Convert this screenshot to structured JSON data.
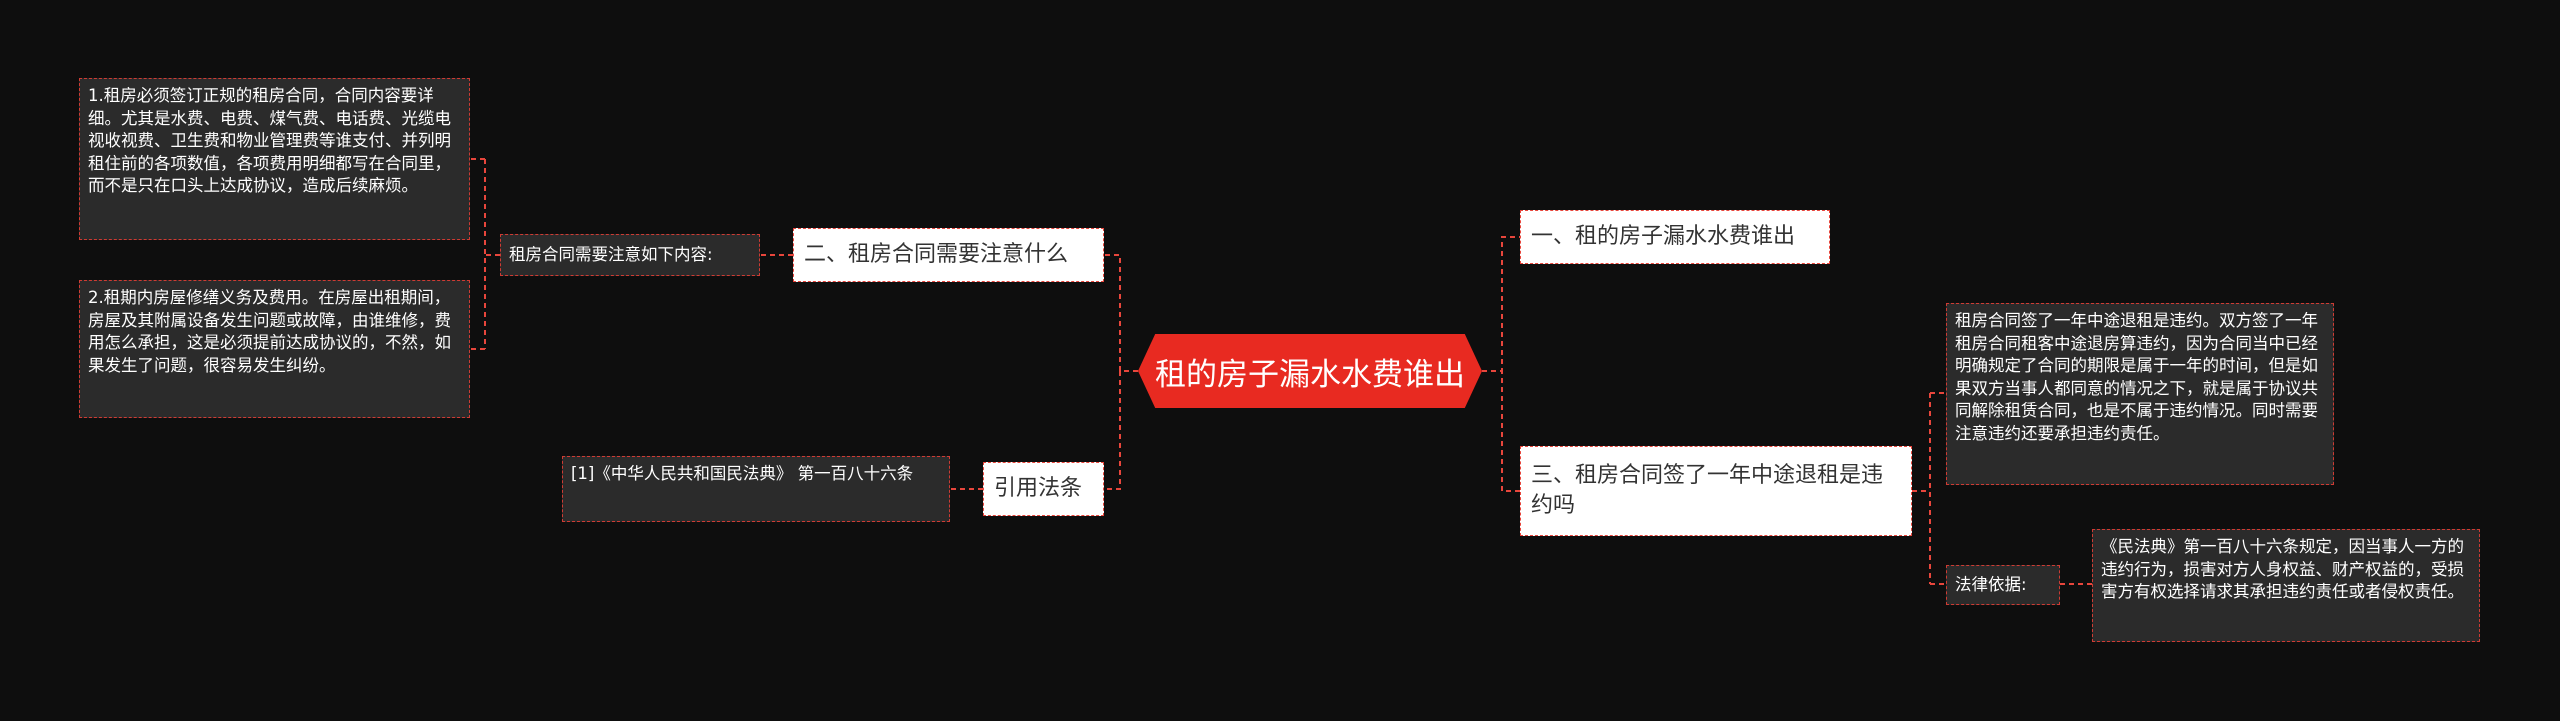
{
  "root": "租的房子漏水水费谁出",
  "left": {
    "branch_notes": {
      "label": "二、租房合同需要注意什么",
      "sub_label": "租房合同需要注意如下内容:",
      "items": [
        "1.租房必须签订正规的租房合同，合同内容要详细。尤其是水费、电费、煤气费、电话费、光缆电视收视费、卫生费和物业管理费等谁支付、并列明租住前的各项数值，各项费用明细都写在合同里，而不是只在口头上达成协议，造成后续麻烦。",
        "2.租期内房屋修缮义务及费用。在房屋出租期间，房屋及其附属设备发生问题或故障，由谁维修，费用怎么承担，这是必须提前达成协议的，不然，如果发生了问题，很容易发生纠纷。"
      ]
    },
    "branch_law": {
      "label": "引用法条",
      "item": "[1]《中华人民共和国民法典》 第一百八十六条"
    }
  },
  "right": {
    "branch_one": {
      "label": "一、租的房子漏水水费谁出"
    },
    "branch_three": {
      "label": "三、租房合同签了一年中途退租是违约吗",
      "detail": "租房合同签了一年中途退租是违约。双方签了一年租房合同租客中途退房算违约，因为合同当中已经明确规定了合同的期限是属于一年的时间，但是如果双方当事人都同意的情况之下，就是属于协议共同解除租赁合同，也是不属于违约情况。同时需要注意违约还要承担违约责任。",
      "law_label": "法律依据:",
      "law_text": "《民法典》第一百八十六条规定，因当事人一方的违约行为，损害对方人身权益、财产权益的，受损害方有权选择请求其承担违约责任或者侵权责任。"
    }
  },
  "colors": {
    "background": "#0e0e0e",
    "root": "#e82a21",
    "connector": "#e8463c"
  }
}
